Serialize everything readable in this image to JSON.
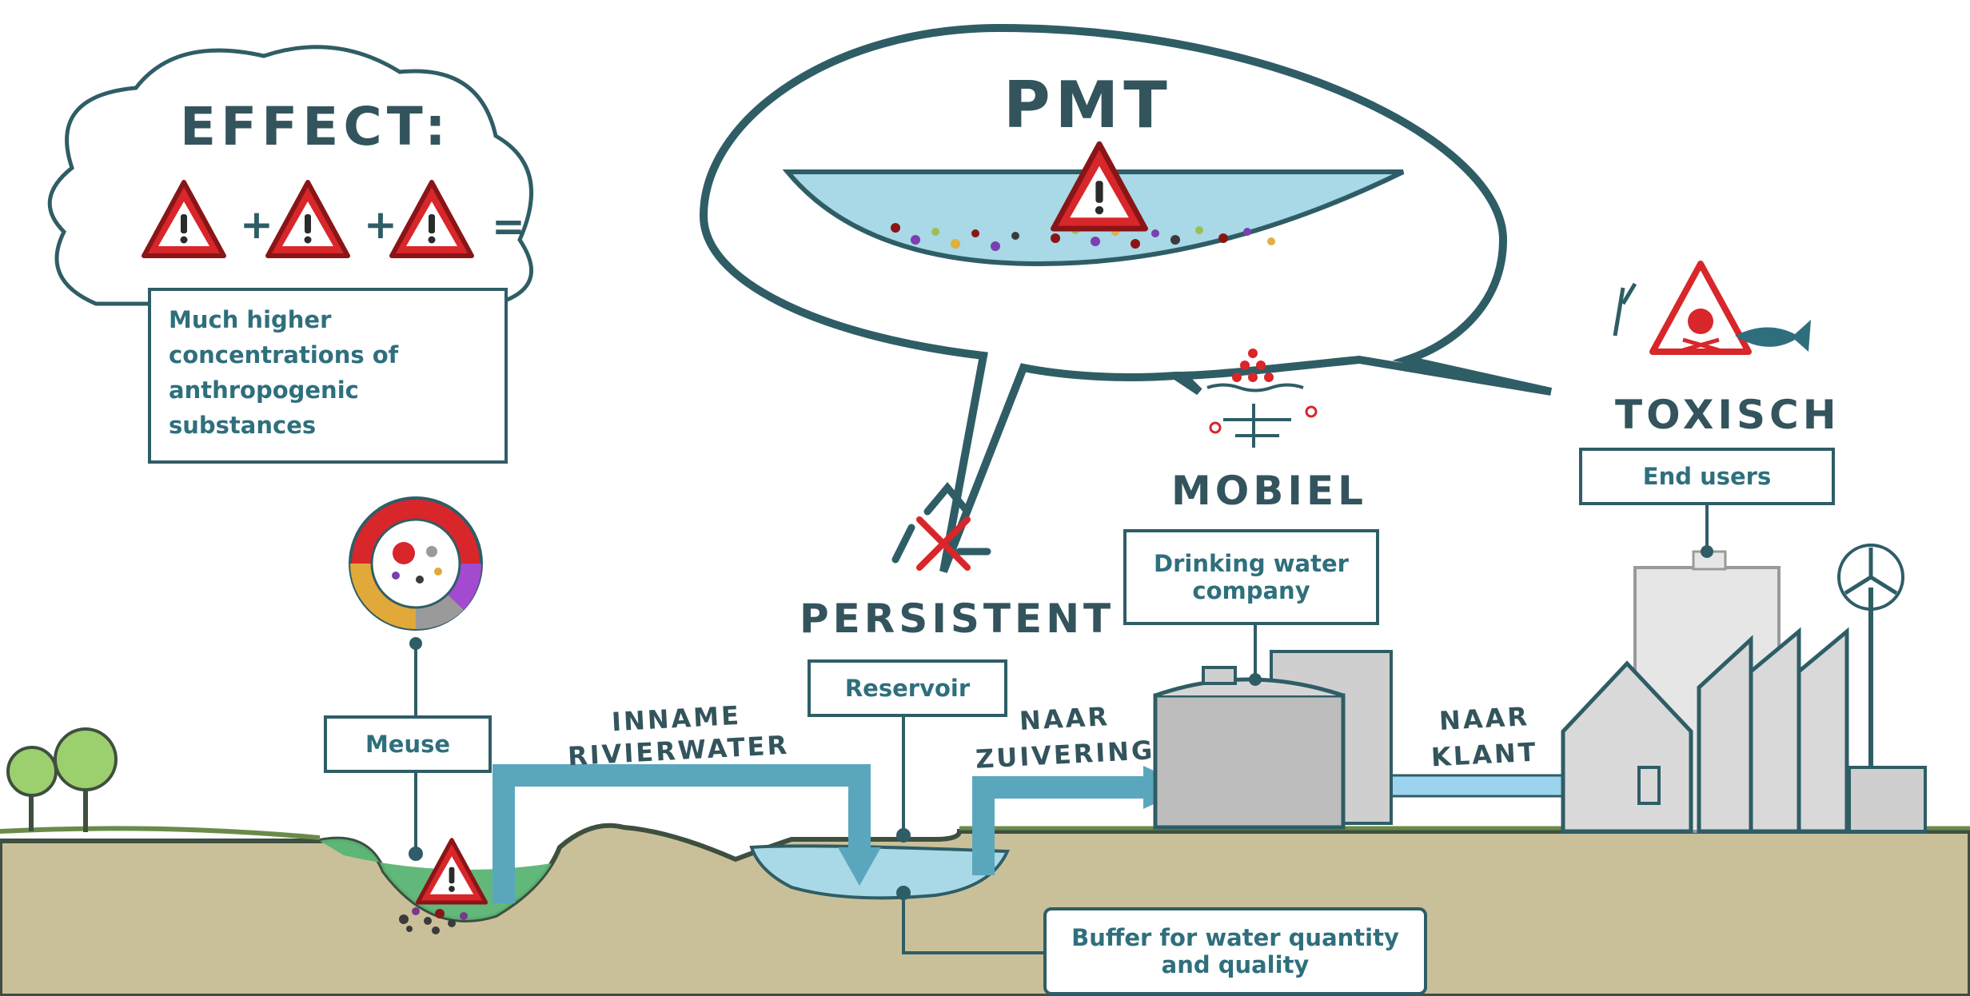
{
  "effect_bubble": {
    "title": "EFFECT:",
    "description": "Much higher concentrations of anthropogenic substances"
  },
  "pmt_bubble": {
    "title": "PMT"
  },
  "properties": {
    "persistent": "PERSISTENT",
    "mobile": "MOBIEL",
    "toxic": "TOXISCH"
  },
  "boxes": {
    "meuse": "Meuse",
    "reservoir": "Reservoir",
    "drinking_water_company": "Drinking water company",
    "end_users": "End users",
    "buffer": "Buffer for water quantity and quality"
  },
  "flows": {
    "intake_line1": "INNAME",
    "intake_line2": "RIVIERWATER",
    "to_treatment_line1": "NAAR",
    "to_treatment_line2": "ZUIVERING",
    "to_customer_line1": "NAAR",
    "to_customer_line2": "KLANT"
  },
  "colors": {
    "outline": "#2f5d66",
    "text_box": "#2f6f7d",
    "water": "#a9d8e6",
    "ground": "#c9c09a",
    "river_green": "#58b473",
    "pipe": "#5aa7bd",
    "warning_red": "#d8262a"
  }
}
